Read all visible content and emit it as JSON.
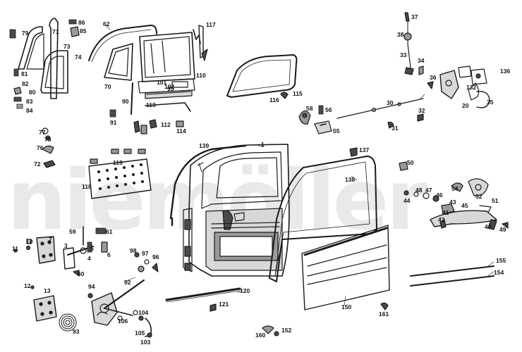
{
  "watermark": "niemöller",
  "colors": {
    "line": "#1a1a1a",
    "fill_dark": "#4a4a4a",
    "fill_mid": "#9a9a9a",
    "fill_light": "#d8d8d8",
    "background": "#ffffff"
  },
  "callouts": [
    "1",
    "4",
    "5",
    "6",
    "7",
    "10",
    "11",
    "12",
    "13",
    "20",
    "30",
    "31",
    "32",
    "33",
    "34",
    "35",
    "36",
    "37",
    "38",
    "40",
    "41",
    "42",
    "43",
    "44",
    "45",
    "46",
    "47",
    "48",
    "49",
    "50",
    "51",
    "52",
    "54",
    "55",
    "56",
    "58",
    "59",
    "60",
    "61",
    "62",
    "70",
    "71",
    "72",
    "73",
    "74",
    "76",
    "77",
    "78",
    "79",
    "80",
    "81",
    "82",
    "83",
    "84",
    "85",
    "86",
    "90",
    "91",
    "92",
    "93",
    "94",
    "95",
    "96",
    "97",
    "98",
    "101",
    "102",
    "103",
    "104",
    "105",
    "106",
    "110",
    "112",
    "113",
    "114",
    "115",
    "116",
    "117",
    "118",
    "119",
    "120",
    "121",
    "132",
    "136",
    "137",
    "138",
    "139",
    "150",
    "152",
    "154",
    "155",
    "160",
    "161",
    "3"
  ]
}
